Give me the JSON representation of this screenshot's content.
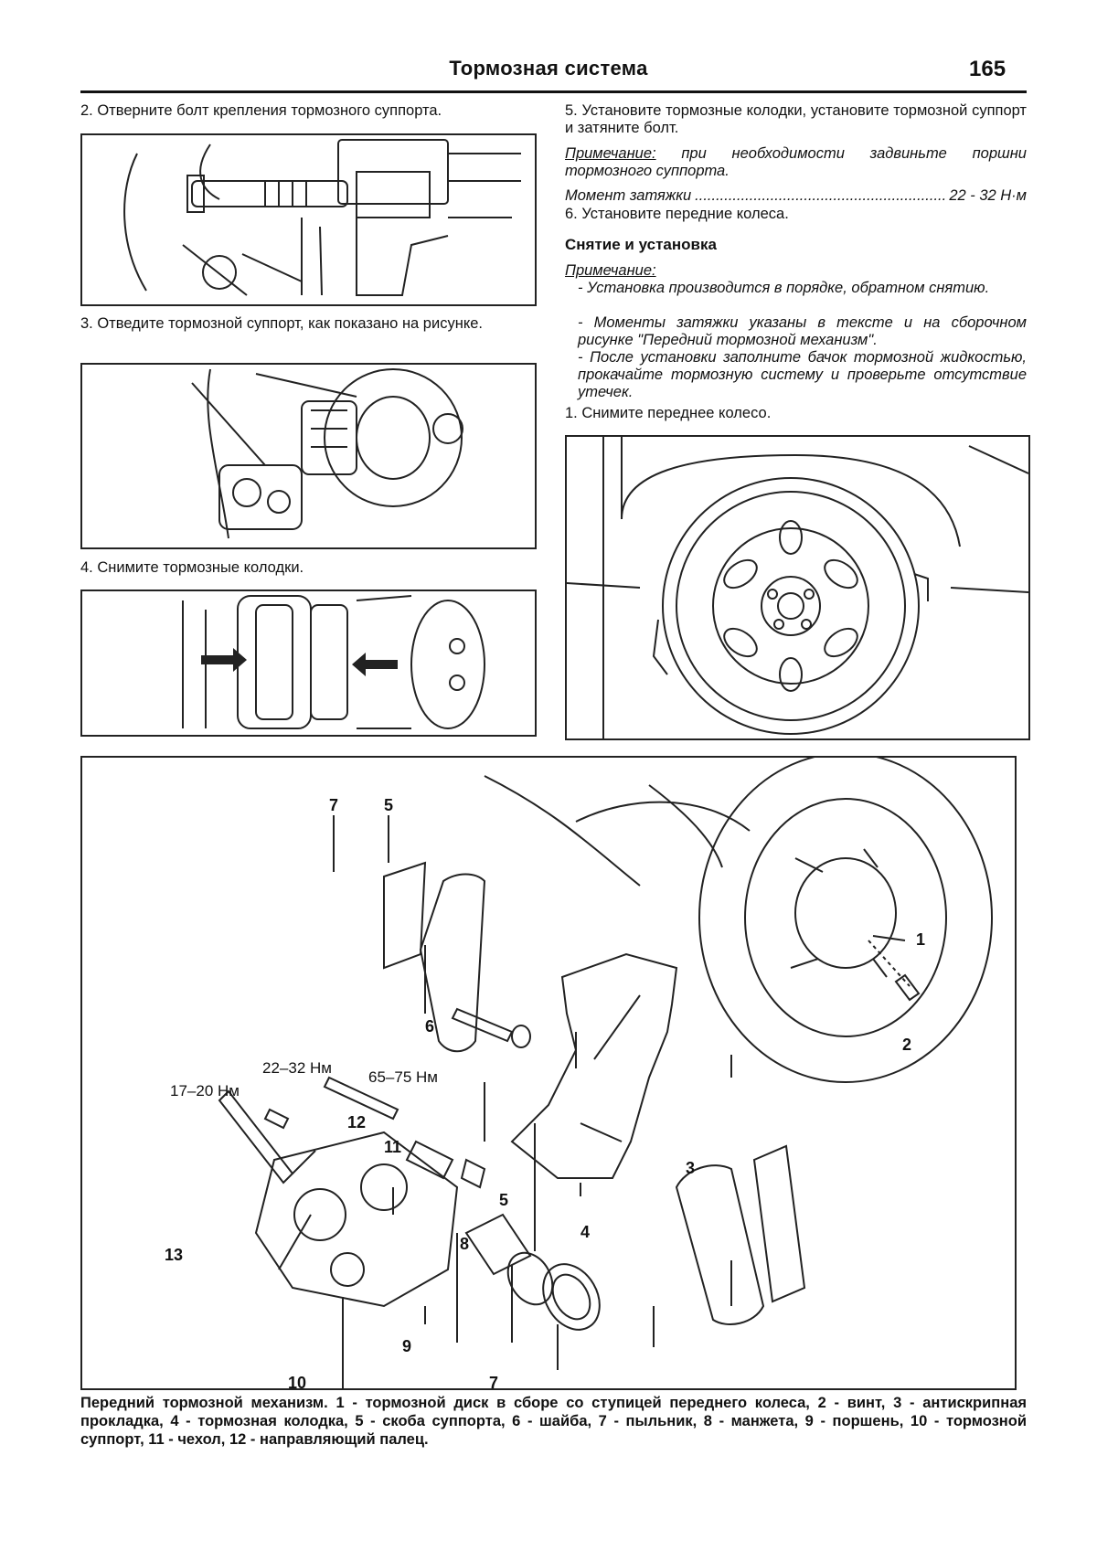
{
  "header": {
    "title": "Тормозная система",
    "page_number": "165"
  },
  "left": {
    "step2": "2. Отверните болт крепления тормозного суппорта.",
    "step3": "3. Отведите тормозной суппорт, как показано на рисунке.",
    "step4": "4. Снимите тормозные колодки."
  },
  "right": {
    "step5": "5. Установите тормозные колодки, установите тормозной суппорт и затяните болт.",
    "note1_label": "Примечание:",
    "note1_text": " при необходимости задвиньте поршни тормозного суппорта.",
    "torque_label": "Момент затяжки",
    "torque_value": "22 - 32 Н·м",
    "step6": "6. Установите передние колеса.",
    "section_title": "Снятие и установка",
    "note2_label": "Примечание:",
    "note2_items": [
      "- Установка производится в порядке, обратном снятию.",
      "- Моменты затяжки указаны в тексте и на сборочном рисунке \"Передний тормозной механизм\".",
      "- После установки заполните бачок тормозной жидкостью, прокачайте тормозную систему и проверьте отсутствие утечек."
    ],
    "step1": "1. Снимите переднее колесо."
  },
  "diagram": {
    "labels": {
      "n1": "1",
      "n2": "2",
      "n3": "3",
      "n4": "4",
      "n5a": "5",
      "n5b": "5",
      "n6": "6",
      "n7a": "7",
      "n7b": "7",
      "n8": "8",
      "n9": "9",
      "n10": "10",
      "n11": "11",
      "n12": "12",
      "n13": "13",
      "t1": "17–20 Нм",
      "t2": "22–32 Нм",
      "t3": "65–75 Нм"
    }
  },
  "caption": "Передний тормозной механизм. 1 - тормозной диск в сборе со ступицей переднего колеса, 2 - винт, 3 - антискрипная прокладка, 4 - тормозная колодка, 5 - скоба суппорта, 6 - шайба, 7 - пыльник, 8 - манжета, 9 - поршень, 10 - тормозной суппорт, 11 - чехол, 12 - направляющий палец."
}
